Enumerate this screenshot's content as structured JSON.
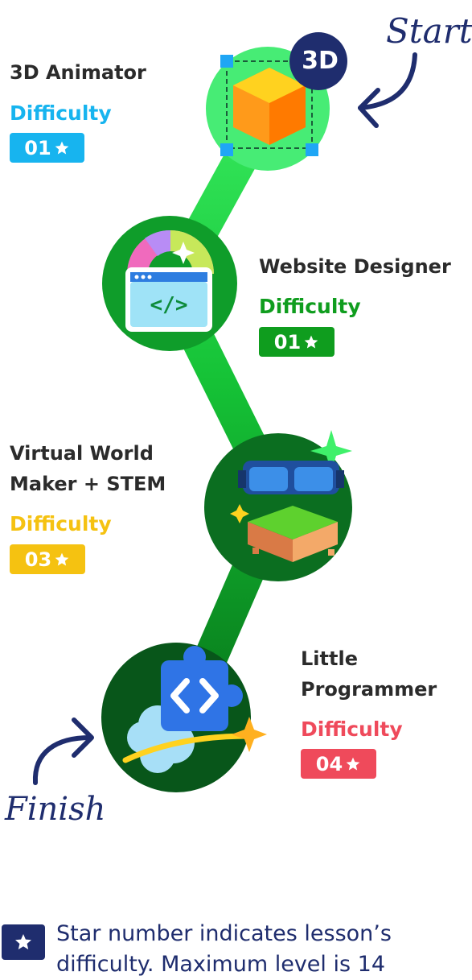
{
  "start_label": "Start",
  "finish_label": "Finish",
  "steps": [
    {
      "title_lines": [
        "3D Animator"
      ],
      "difficulty_label": "Difficulty",
      "level": "01",
      "color": "#17b4ef"
    },
    {
      "title_lines": [
        "Website Designer"
      ],
      "difficulty_label": "Difficulty",
      "level": "01",
      "color": "#0f9d1e"
    },
    {
      "title_lines": [
        "Virtual World",
        "Maker + STEM"
      ],
      "difficulty_label": "Difficulty",
      "level": "03",
      "color": "#f5c211"
    },
    {
      "title_lines": [
        "Little",
        "Programmer"
      ],
      "difficulty_label": "Difficulty",
      "level": "04",
      "color": "#ef4a5b"
    }
  ],
  "icon_3d_text": "3D",
  "icon_code_text": "</>",
  "note_text_line1": "Star number indicates lesson’s",
  "note_text_line2": "difficulty. Maximum level is 14",
  "colors": {
    "navy": "#1f2d6e",
    "bright_green": "#3ff06a",
    "dark_green": "#0a5e1a",
    "mid_green": "#11b32f"
  }
}
